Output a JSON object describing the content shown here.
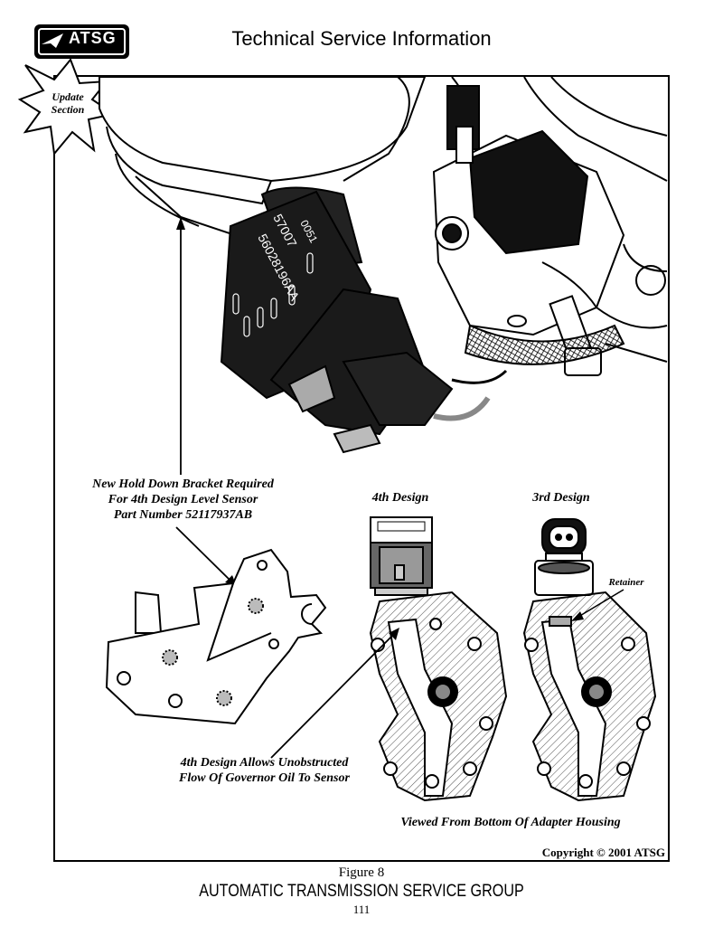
{
  "header": {
    "logo_text": "ATSG",
    "title": "Technical Service Information"
  },
  "badge": {
    "line1": "Update",
    "line2": "Section"
  },
  "sensor_marking": {
    "line1": "0051",
    "line2": "57007",
    "line3": "56028196AA"
  },
  "labels": {
    "bracket_line1": "New Hold Down Bracket Required",
    "bracket_line2": "For 4th Design Level Sensor",
    "bracket_line3": "Part Number  52117937AB",
    "design4": "4th Design",
    "design3": "3rd Design",
    "retainer": "Retainer",
    "flow_line1": "4th Design Allows Unobstructed",
    "flow_line2": "Flow Of Governor Oil To Sensor",
    "viewed": "Viewed From Bottom Of Adapter Housing"
  },
  "copyright": "Copyright © 2001 ATSG",
  "figure_caption": "Figure 8",
  "footer": {
    "org": "AUTOMATIC TRANSMISSION SERVICE GROUP",
    "page_number": "111"
  }
}
